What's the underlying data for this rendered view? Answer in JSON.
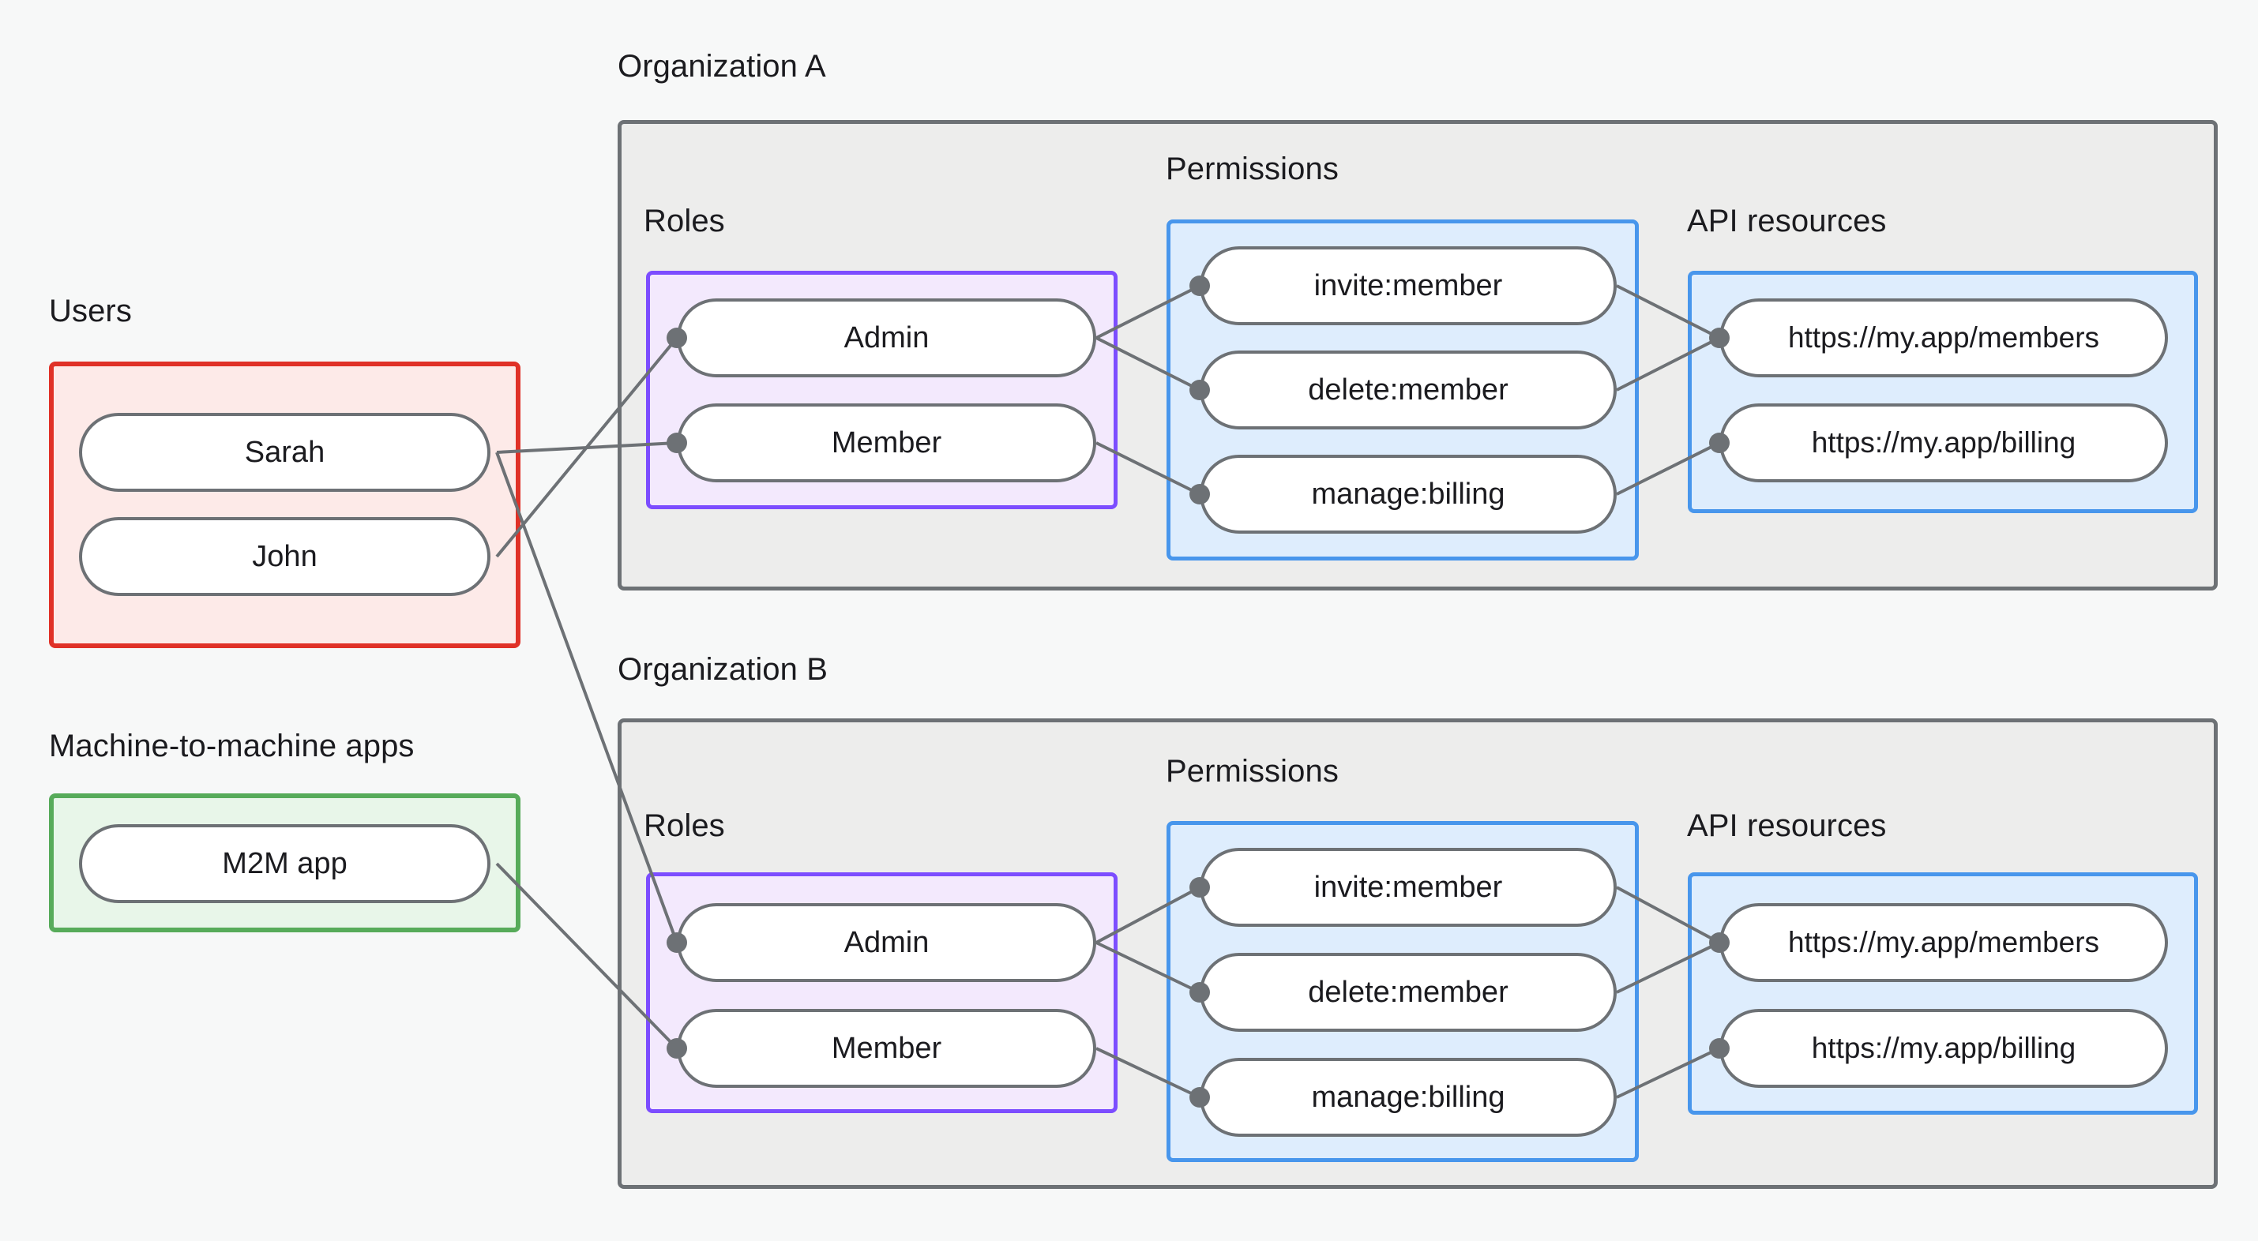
{
  "diagram": {
    "title_visible": false,
    "colors": {
      "background": "#f7f8f8",
      "org_fill": "#ededec",
      "org_stroke": "#6d7175",
      "users_fill": "#fdeae8",
      "users_stroke": "#e03127",
      "m2m_fill": "#e8f6e9",
      "m2m_stroke": "#57ab5a",
      "roles_fill": "#f3e9fd",
      "roles_stroke": "#7c4dff",
      "permissions_fill": "#deedfd",
      "permissions_stroke": "#4896ec",
      "api_fill": "#deedfd",
      "api_stroke": "#4896ec",
      "node_fill": "#ffffff",
      "node_stroke": "#6d7175",
      "edge_stroke": "#6d7175"
    },
    "groups": {
      "users": {
        "label": "Users",
        "nodes": [
          {
            "id": "sarah",
            "label": "Sarah"
          },
          {
            "id": "john",
            "label": "John"
          }
        ]
      },
      "m2m": {
        "label": "Machine-to-machine apps",
        "nodes": [
          {
            "id": "m2m-app",
            "label": "M2M app"
          }
        ]
      },
      "org_a": {
        "label": "Organization A",
        "roles": {
          "label": "Roles",
          "nodes": [
            {
              "id": "a-admin",
              "label": "Admin"
            },
            {
              "id": "a-member",
              "label": "Member"
            }
          ]
        },
        "permissions": {
          "label": "Permissions",
          "nodes": [
            {
              "id": "a-invite",
              "label": "invite:member"
            },
            {
              "id": "a-delete",
              "label": "delete:member"
            },
            {
              "id": "a-billing",
              "label": "manage:billing"
            }
          ]
        },
        "api_resources": {
          "label": "API resources",
          "nodes": [
            {
              "id": "a-res-members",
              "label": "https://my.app/members"
            },
            {
              "id": "a-res-billing",
              "label": "https://my.app/billing"
            }
          ]
        }
      },
      "org_b": {
        "label": "Organization B",
        "roles": {
          "label": "Roles",
          "nodes": [
            {
              "id": "b-admin",
              "label": "Admin"
            },
            {
              "id": "b-member",
              "label": "Member"
            }
          ]
        },
        "permissions": {
          "label": "Permissions",
          "nodes": [
            {
              "id": "b-invite",
              "label": "invite:member"
            },
            {
              "id": "b-delete",
              "label": "delete:member"
            },
            {
              "id": "b-billing",
              "label": "manage:billing"
            }
          ]
        },
        "api_resources": {
          "label": "API resources",
          "nodes": [
            {
              "id": "b-res-members",
              "label": "https://my.app/members"
            },
            {
              "id": "b-res-billing",
              "label": "https://my.app/billing"
            }
          ]
        }
      }
    },
    "edges": [
      {
        "from": "sarah",
        "to": "a-member"
      },
      {
        "from": "sarah",
        "to": "b-admin"
      },
      {
        "from": "john",
        "to": "a-admin"
      },
      {
        "from": "m2m-app",
        "to": "b-member"
      },
      {
        "from": "a-admin",
        "to": "a-invite"
      },
      {
        "from": "a-admin",
        "to": "a-delete"
      },
      {
        "from": "a-member",
        "to": "a-billing"
      },
      {
        "from": "a-invite",
        "to": "a-res-members"
      },
      {
        "from": "a-delete",
        "to": "a-res-members"
      },
      {
        "from": "a-billing",
        "to": "a-res-billing"
      },
      {
        "from": "b-admin",
        "to": "b-invite"
      },
      {
        "from": "b-admin",
        "to": "b-delete"
      },
      {
        "from": "b-member",
        "to": "b-billing"
      },
      {
        "from": "b-invite",
        "to": "b-res-members"
      },
      {
        "from": "b-delete",
        "to": "b-res-members"
      },
      {
        "from": "b-billing",
        "to": "b-res-billing"
      }
    ]
  }
}
